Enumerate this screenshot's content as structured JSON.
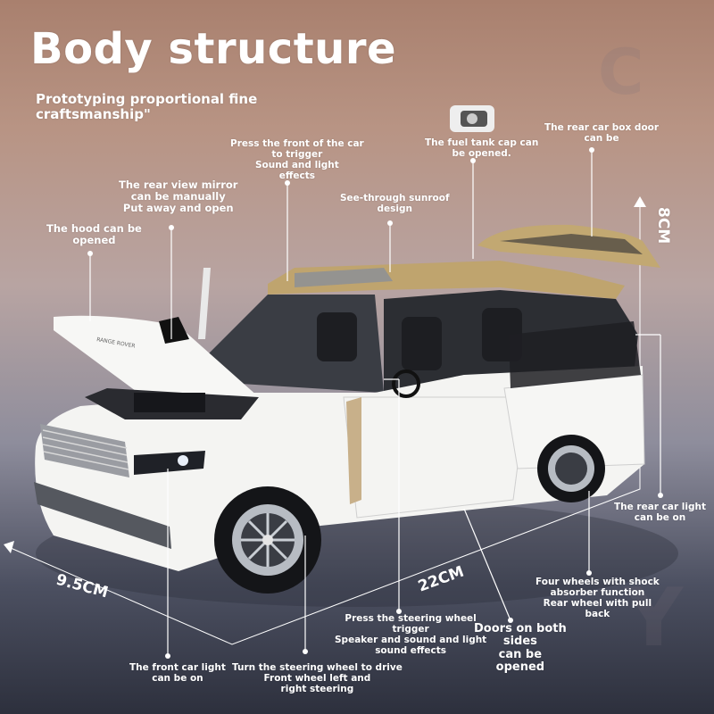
{
  "title": "Body structure",
  "subtitle_line1": "Prototyping proportional fine",
  "subtitle_line2": "craftsmanship\"",
  "labels": {
    "front_trigger_1": "Press the front of the car",
    "front_trigger_2": "to trigger",
    "front_trigger_3": "Sound and light",
    "front_trigger_4": "effects",
    "fuel_1": "The fuel tank cap can",
    "fuel_2": "be opened.",
    "rear_door_1": "The rear car box door",
    "rear_door_2": "can be",
    "mirror_1": "The rear view mirror",
    "mirror_2": "can be manually",
    "mirror_3": "Put away and open",
    "sunroof_1": "See-through sunroof",
    "sunroof_2": "design",
    "hood_1": "The hood can be",
    "hood_2": "opened",
    "height": "8CM",
    "rear_light_1": "The rear car light",
    "rear_light_2": "can be on",
    "width": "9.5CM",
    "length": "22CM",
    "shock_1": "Four wheels with shock",
    "shock_2": "absorber function",
    "shock_3": "Rear wheel with pull",
    "shock_4": "back",
    "steer_trigger_1": "Press the steering wheel",
    "steer_trigger_2": "trigger",
    "steer_trigger_3": "Speaker and sound and light",
    "steer_trigger_4": "sound effects",
    "doors_1": "Doors on both",
    "doors_2": "sides",
    "doors_3": "can be",
    "doors_4": "opened",
    "front_light_1": "The front car light",
    "front_light_2": "can be on",
    "turn_1": "Turn the steering wheel to drive",
    "turn_2": "Front wheel left and",
    "turn_3": "right steering",
    "badge": "RANGE ROVER"
  },
  "colors": {
    "car_body": "#f4f4f2",
    "roof_gold": "#bfa46e",
    "line": "#ffffff"
  }
}
